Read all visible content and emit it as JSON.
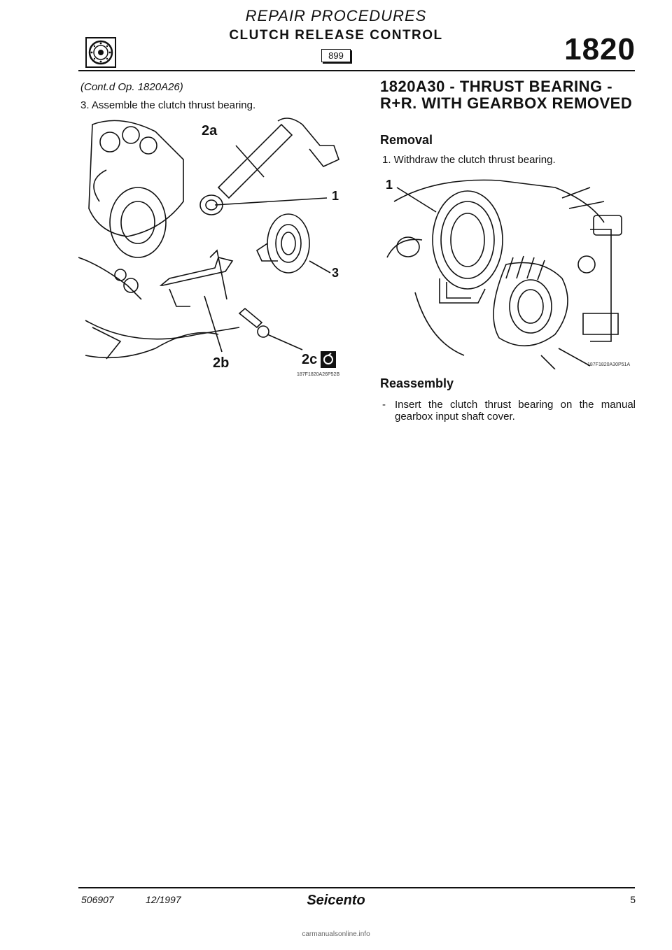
{
  "header": {
    "title": "REPAIR PROCEDURES",
    "subtitle": "CLUTCH RELEASE CONTROL",
    "code_box": "899",
    "section_number": "1820",
    "logo_icon": "clutch-disc-icon"
  },
  "left": {
    "continued": "(Cont.d Op. 1820A26)",
    "step3": "3. Assemble the clutch thrust bearing.",
    "figure": {
      "labels": [
        "2a",
        "1",
        "3",
        "2b",
        "2c"
      ],
      "ref": "187F1820A26P52B",
      "torque_icon": "torque-wrench-icon"
    }
  },
  "right": {
    "op_title": "1820A30 - THRUST BEARING - R+R. WITH GEARBOX REMOVED",
    "removal_heading": "Removal",
    "step1": "1. Withdraw the clutch thrust bearing.",
    "figure": {
      "label": "1",
      "ref": "187F1820A30P51A"
    },
    "reassembly_heading": "Reassembly",
    "bullet_dash": "-",
    "bullet": "Insert the clutch thrust bearing on the manual gearbox input shaft cover."
  },
  "footer": {
    "doc_code": "506907",
    "date": "12/1997",
    "brand": "Seicento",
    "page": "5"
  },
  "watermark": "carmanualsonline.info"
}
